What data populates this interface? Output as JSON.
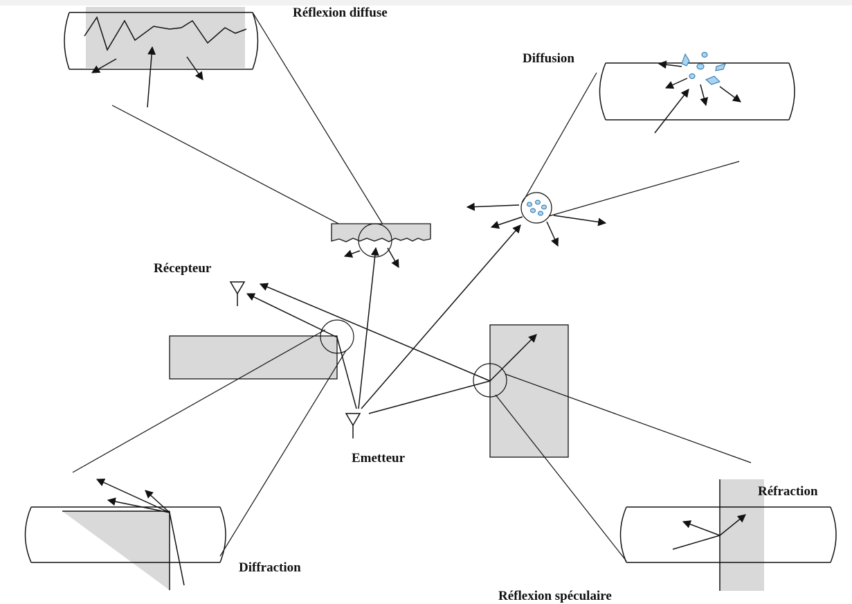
{
  "labels": {
    "reflexion_diffuse": "Réflexion diffuse",
    "diffusion": "Diffusion",
    "recepteur": "Récepteur",
    "emetteur": "Emetteur",
    "refraction": "Réfraction",
    "diffraction": "Diffraction",
    "reflexion_speculaire": "Réflexion spéculaire"
  },
  "colors": {
    "obstacle_fill": "#d9d9d9",
    "particle_fill": "#a8d4f0",
    "particle_stroke": "#2a6fa8",
    "line": "#111111"
  }
}
